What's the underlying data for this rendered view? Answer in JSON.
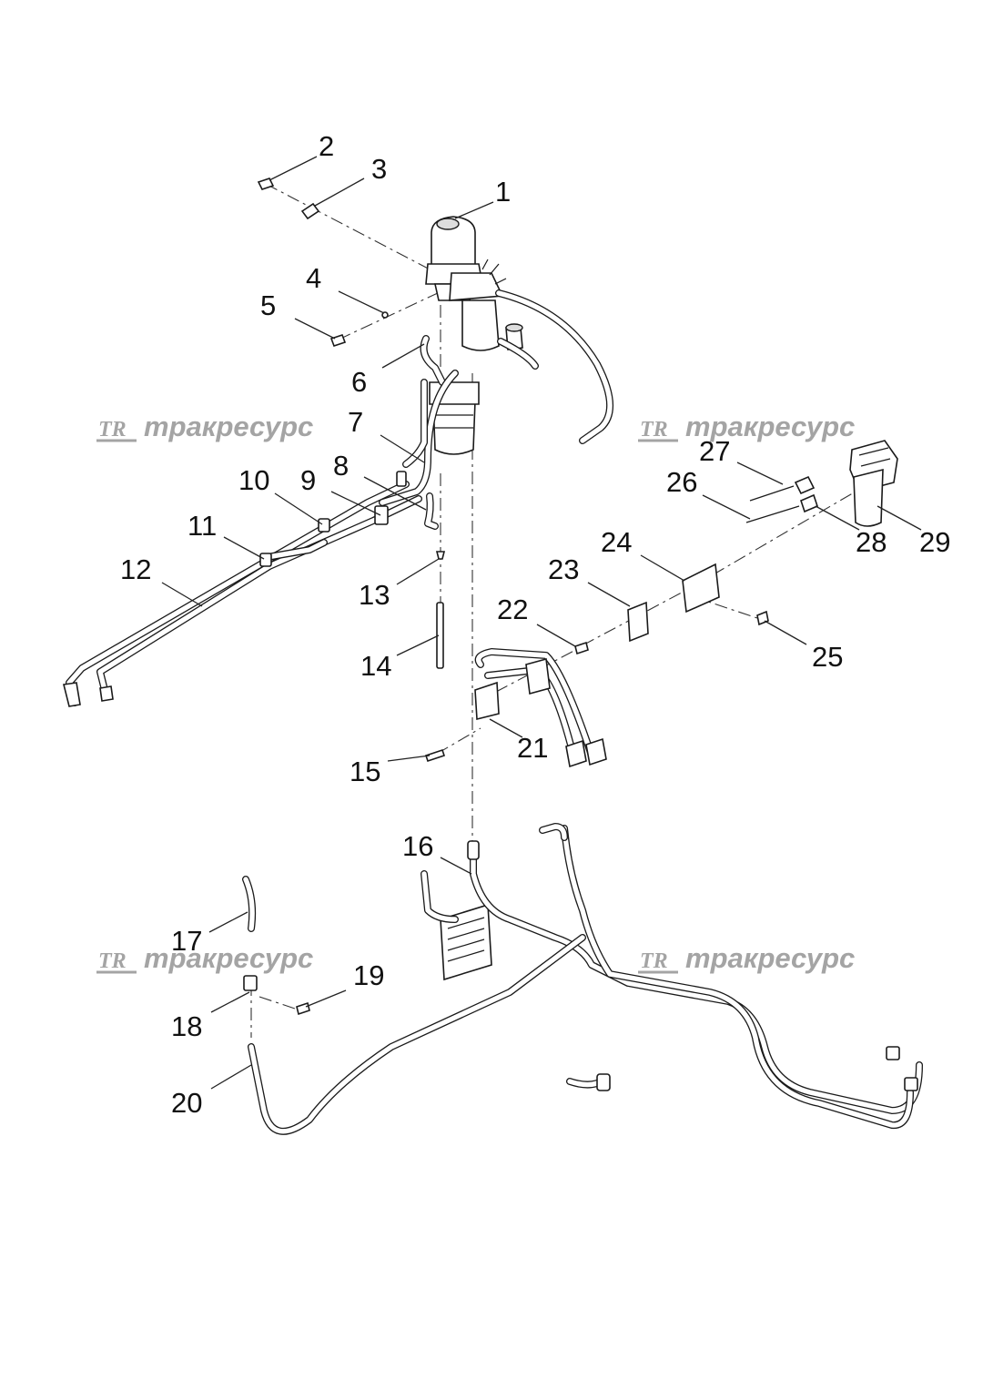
{
  "watermark": {
    "logo": "TR",
    "text": "тракресурс"
  },
  "callouts": [
    "1",
    "2",
    "3",
    "4",
    "5",
    "6",
    "7",
    "8",
    "9",
    "10",
    "11",
    "12",
    "13",
    "14",
    "15",
    "16",
    "17",
    "18",
    "19",
    "20",
    "21",
    "22",
    "23",
    "24",
    "25",
    "26",
    "27",
    "28",
    "29"
  ],
  "colors": {
    "line": "#1a1a1a",
    "watermark": "#a4a4a4",
    "background": "#ffffff"
  }
}
